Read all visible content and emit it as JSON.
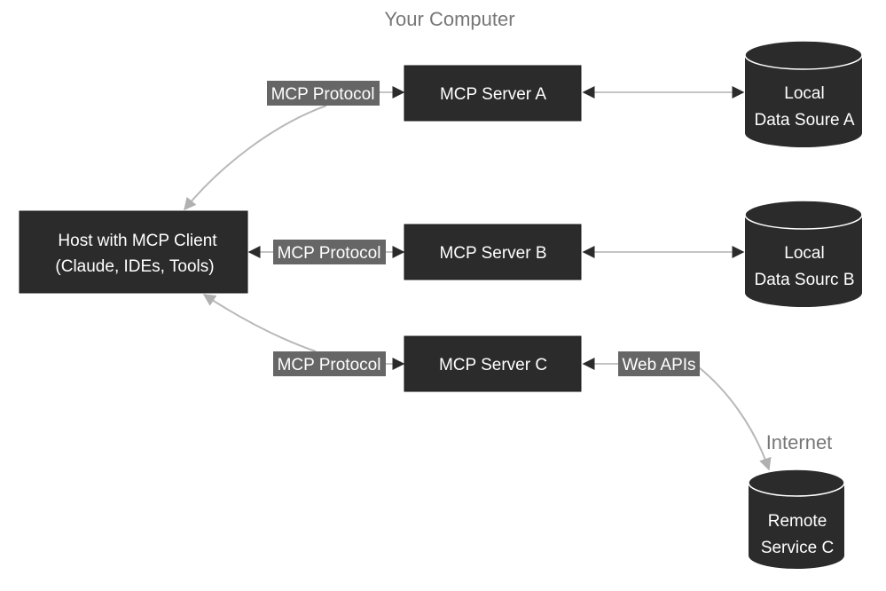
{
  "groups": {
    "local": {
      "title": "Your Computer"
    },
    "internet": {
      "title": "Internet"
    }
  },
  "nodes": {
    "host": {
      "line1": "Host with MCP Client",
      "line2": "(Claude, IDEs, Tools)"
    },
    "server_a": {
      "label": "MCP Server A"
    },
    "server_b": {
      "label": "MCP Server B"
    },
    "server_c": {
      "label": "MCP Server C"
    },
    "data_a": {
      "line1": "Local",
      "line2": "Data Soure A"
    },
    "data_b": {
      "line1": "Local",
      "line2": "Data Sourc B"
    },
    "remote_c": {
      "line1": "Remote",
      "line2": "Service C"
    }
  },
  "edges": {
    "host_a": {
      "label": "MCP Protocol"
    },
    "host_b": {
      "label": "MCP Protocol"
    },
    "host_c": {
      "label": "MCP Protocol"
    },
    "c_remote": {
      "label": "Web APIs"
    }
  },
  "colors": {
    "node_fill": "#2b2b2b",
    "edge_label_bg": "#666666",
    "edge_stroke": "#c4c4c4",
    "group_title": "#777777"
  }
}
